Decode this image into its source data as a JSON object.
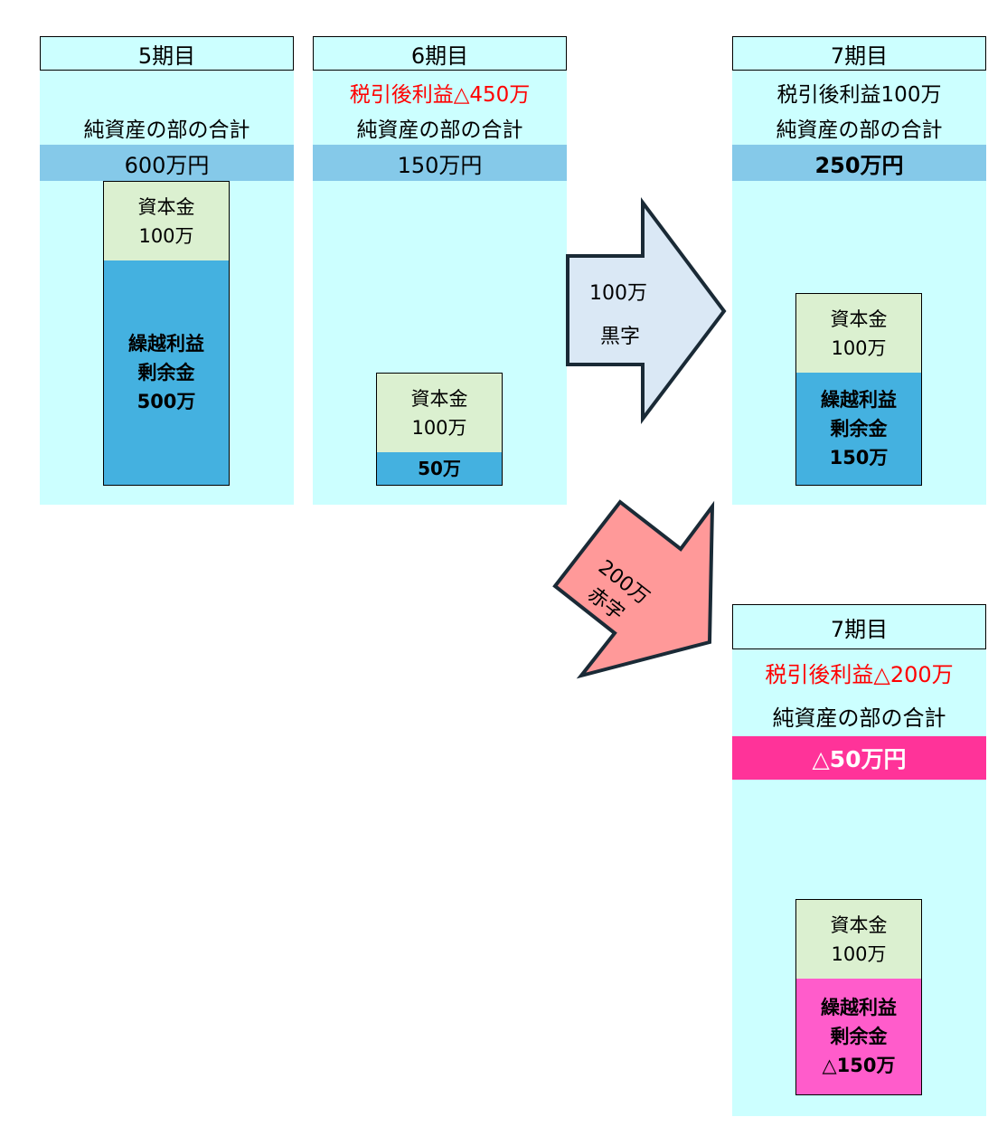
{
  "common": {
    "net_assets_label": "純資産の部の合計",
    "capital_label": "資本金",
    "capital_value": "100万",
    "retained_label_1": "繰越利益",
    "retained_label_2": "剰余金"
  },
  "colors": {
    "panel_bg": "#ccffff",
    "total_bar": "#85c9e9",
    "total_bar_negative": "#ff3399",
    "capital_box": "#dbf0d0",
    "retained_box": "#44b1e0",
    "retained_box_negative": "#ff5ccb",
    "profit_arrow": "#dae8f5",
    "loss_arrow": "#ff9999",
    "loss_text": "#ff0000"
  },
  "period5": {
    "title": "5期目",
    "total": "600万円",
    "retained_value": "500万"
  },
  "period6": {
    "title": "6期目",
    "after_tax_profit": "税引後利益△450万",
    "total": "150万円",
    "retained_value": "50万"
  },
  "period7_profit": {
    "title": "7期目",
    "after_tax_profit": "税引後利益100万",
    "total": "250万円",
    "retained_value": "150万"
  },
  "period7_loss": {
    "title": "7期目",
    "after_tax_profit": "税引後利益△200万",
    "total": "△50万円",
    "retained_value": "△150万"
  },
  "arrows": {
    "profit": {
      "amount": "100万",
      "label": "黒字"
    },
    "loss": {
      "amount": "200万",
      "label": "赤字"
    }
  }
}
